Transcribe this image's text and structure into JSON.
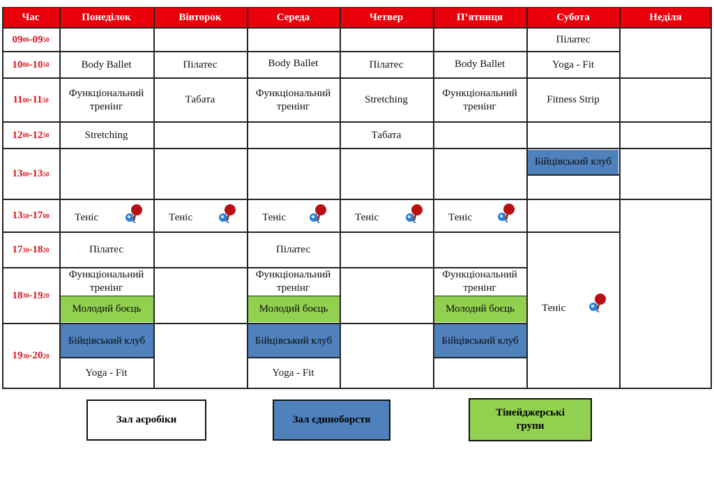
{
  "headers": {
    "time": "Час",
    "mon": "Понеділок",
    "tue": "Вівторок",
    "wed": "Середа",
    "thu": "Четвер",
    "fri": "П’ятниця",
    "sat": "Субота",
    "sun": "Неділя"
  },
  "times": [
    {
      "start_h": "09",
      "start_m": "00",
      "end_h": "09",
      "end_m": "50"
    },
    {
      "start_h": "10",
      "start_m": "00",
      "end_h": "10",
      "end_m": "50"
    },
    {
      "start_h": "11",
      "start_m": "00",
      "end_h": "11",
      "end_m": "50"
    },
    {
      "start_h": "12",
      "start_m": "00",
      "end_h": "12",
      "end_m": "50"
    },
    {
      "start_h": "13",
      "start_m": "00",
      "end_h": "13",
      "end_m": "50"
    },
    {
      "start_h": "13",
      "start_m": "50",
      "end_h": "17",
      "end_m": "00"
    },
    {
      "start_h": "17",
      "start_m": "30",
      "end_h": "18",
      "end_m": "20"
    },
    {
      "start_h": "18",
      "start_m": "30",
      "end_h": "19",
      "end_m": "20"
    },
    {
      "start_h": "19",
      "start_m": "30",
      "end_h": "20",
      "end_m": "20"
    }
  ],
  "classes": {
    "pilates": "Пілатес",
    "body_ballet": "Body Ballet",
    "yoga_fit": "Yoga - Fit",
    "functional": "Функціональний тренінг",
    "tabata": "Табата",
    "stretching": "Stretching",
    "fitness_strip": "Fitness Strip",
    "fight_club": "Бійцівський клуб",
    "tennis": "Теніс",
    "young_fighter": "Молодий боєць"
  },
  "legend": {
    "aerobics": "Зал аєробіки",
    "martial": "Зал єдиноборств",
    "teen": "Тінейджерські групи"
  },
  "colors": {
    "header_red": "#e8000b",
    "time_red": "#d8141b",
    "martial_blue": "#4f81bd",
    "teen_green": "#92d050"
  },
  "icons": {
    "tennis": "table-tennis-paddle-icon"
  }
}
